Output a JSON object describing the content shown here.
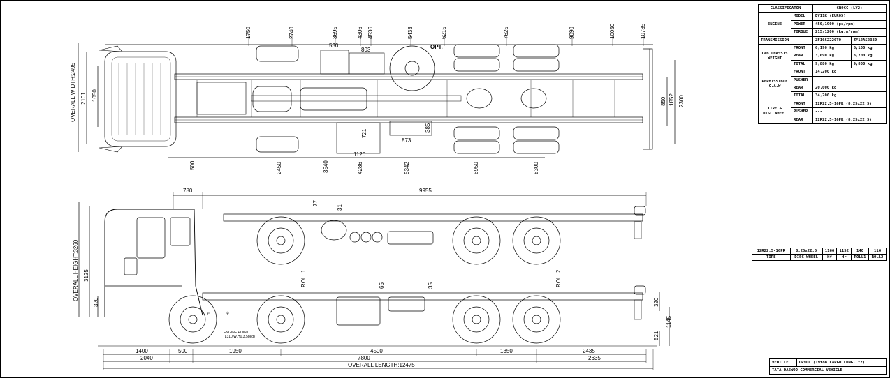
{
  "spec_table": {
    "classification_label": "CLASSIFICATON",
    "classification_value": "CR9CC (LY2)",
    "engine": {
      "label": "ENGINE",
      "model_label": "MODEL",
      "model": "DV11K (EURO5)",
      "power_label": "POWER",
      "power": "450/1900 (ps/rpm)",
      "torque_label": "TORQUE",
      "torque": "215/1200 (kg.m/rpm)"
    },
    "transmission": {
      "label": "TRANSMISSION",
      "value_1": "ZF16S2220TO",
      "value_2": "ZF12AS2330"
    },
    "cab_chassis_weight": {
      "label_line1": "CAB CHASSIS",
      "label_line2": "WEIGHT",
      "front_label": "FRONT",
      "front_1": "6,190 kg",
      "front_2": "6,100 kg",
      "rear_label": "REAR",
      "rear_1": "3,690 kg",
      "rear_2": "3,700 kg",
      "total_label": "TOTAL",
      "total_1": "9,880 kg",
      "total_2": "9,800 kg"
    },
    "permissible_gaw": {
      "label_line1": "PERMISSIBLE",
      "label_line2": "G.A.W",
      "front_label": "FRONT",
      "front": "14,200 kg",
      "pusher_label": "PUSHER",
      "pusher": "---",
      "rear_label": "REAR",
      "rear": "20,000 kg",
      "total_label": "TOTAL",
      "total": "34,200 kg"
    },
    "tire_disc_wheel": {
      "label_line1": "TIRE &",
      "label_line2": "DISC WHEEL",
      "front_label": "FRONT",
      "front": "12R22.5-16PR (8.25x22.5)",
      "pusher_label": "PUSHER",
      "pusher": "---",
      "rear_label": "REAR",
      "rear": "12R22.5-16PR (8.25x22.5)"
    }
  },
  "tire_table": {
    "values": [
      "12R22.5-16PR",
      "8.25x22.5",
      "1166",
      "1152",
      "140",
      "116"
    ],
    "headers": [
      "TIRE",
      "DISC WHEEL",
      "Hf",
      "Hr",
      "ROLL1",
      "ROLL2"
    ]
  },
  "vehicle_table": {
    "label": "VEHICLE",
    "value": "CR9CC (19ton CARGO LONG,LY2)",
    "maker": "TATA DAEWOO COMMERCIAL VEHICLE"
  },
  "top_view": {
    "top_dims": [
      "1750",
      "2740",
      "3695",
      "4306",
      "4536",
      "5433",
      "6215",
      "7625",
      "9090",
      "10050",
      "10735"
    ],
    "bottom_dims": [
      "500",
      "2450",
      "3540",
      "4286",
      "5342",
      "6950",
      "8300"
    ],
    "inner_dims": [
      "530",
      "803",
      "721",
      "1120",
      "873",
      "385"
    ],
    "opt_label": "OPT.",
    "overall_width": "OVERALL WIDTH:2495",
    "width_2101": "2101",
    "width_1050": "1050",
    "frame_850": "850",
    "frame_1852": "1852",
    "width_2300": "2300"
  },
  "side_view": {
    "dim_780": "780",
    "dim_9955": "9955",
    "overall_height": "OVERALL HEIGHT:3260",
    "height_3125": "3125",
    "height_320_left": "320",
    "height_320_right": "320",
    "height_1145": "1145",
    "height_521": "521",
    "dim_77": "77",
    "dim_31": "31",
    "dim_65": "65",
    "dim_35": "35",
    "roll1": "ROLL1",
    "roll2": "ROLL2",
    "hf": "Hf",
    "hr": "Hr",
    "engine_point_line1": "ENGINE POINT",
    "engine_point_line2": "(L310,W,H0,3.5deg)",
    "bottom_row1": [
      "1400",
      "500",
      "1950",
      "4500",
      "1350",
      "2435"
    ],
    "bottom_row2": [
      "2040",
      "7800",
      "2635"
    ],
    "overall_length": "OVERALL LENGTH:12475"
  }
}
